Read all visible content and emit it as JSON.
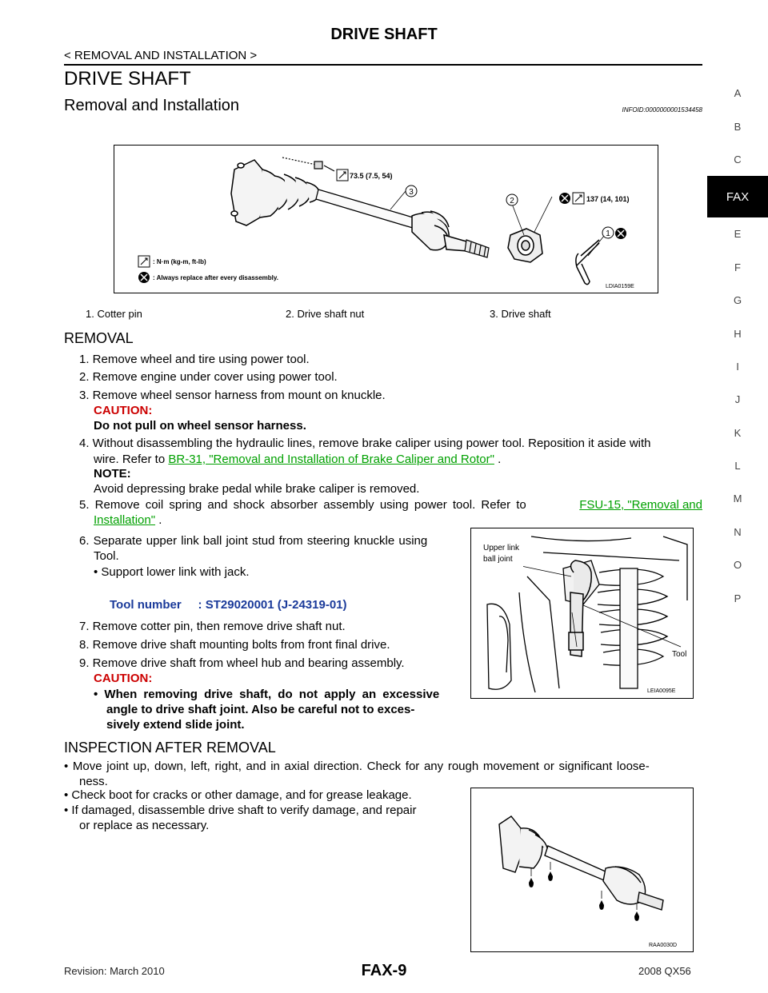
{
  "header": {
    "title": "DRIVE SHAFT",
    "breadcrumb": "< REMOVAL AND INSTALLATION >"
  },
  "section": {
    "title": "DRIVE SHAFT",
    "subtitle": "Removal and Installation",
    "info_id": "INFOID:0000000001534458"
  },
  "side_index": [
    "A",
    "B",
    "C",
    "FAX",
    "E",
    "F",
    "G",
    "H",
    "I",
    "J",
    "K",
    "L",
    "M",
    "N",
    "O",
    "P"
  ],
  "figure1": {
    "torque_bolt": "73.5 (7.5, 54)",
    "torque_nut": "137 (14, 101)",
    "legend_torque": ": N·m (kg-m, ft-lb)",
    "legend_replace": ": Always replace after every disassembly.",
    "id": "LDIA0159E",
    "callout_1": "1",
    "callout_2": "2",
    "callout_3": "3"
  },
  "parts_legend": [
    "1.    Cotter pin",
    "2.    Drive shaft nut",
    "3.    Drive shaft"
  ],
  "removal": {
    "heading": "REMOVAL",
    "step1": "1.  Remove wheel and tire using power tool.",
    "step2": "2.  Remove engine under cover using power tool.",
    "step3": "3.  Remove wheel sensor harness from mount on knuckle.",
    "step3_caution_label": "CAUTION:",
    "step3_caution_text": "Do not pull on wheel sensor harness.",
    "step4_a": "4.  Without disassembling the hydraulic lines, remove brake caliper using power tool. Reposition it aside with",
    "step4_b": "wire. Refer to",
    "step4_link": "BR-31, \"Removal and Installation of Brake Caliper and Rotor\"",
    "step4_end": " .",
    "step4_note_label": "NOTE:",
    "step4_note_text": "Avoid depressing brake pedal while brake caliper is removed.",
    "step5_a": "5.  Remove coil spring and shock absorber assembly using power tool. Refer to",
    "step5_link_a": "FSU-15, \"Removal and",
    "step5_link_b": "Installation\"",
    "step5_end": " .",
    "step6_a": "6.  Separate upper link ball joint stud from steering knuckle using",
    "step6_b": "Tool.",
    "step6_bullet": "•  Support lower link with jack.",
    "tool_number": "Tool number     : ST29020001 (J-24319-01)",
    "step7": "7.  Remove cotter pin, then remove drive shaft nut.",
    "step8": "8.  Remove drive shaft mounting bolts from front final drive.",
    "step9": "9.  Remove drive shaft from wheel hub and bearing assembly.",
    "step9_caution_label": "CAUTION:",
    "step9_caution_1": "•  When removing drive shaft, do not apply an excessive",
    "step9_caution_2": "angle to drive shaft joint. Also be careful not to exces-",
    "step9_caution_3": "sively extend slide joint."
  },
  "figure2": {
    "label_upper_1": "Upper link",
    "label_upper_2": "ball joint",
    "label_tool": "Tool",
    "id": "LEIA0095E"
  },
  "inspection": {
    "heading": "INSPECTION AFTER REMOVAL",
    "bullet1_a": "•  Move joint up, down, left, right, and in axial direction. Check for any rough movement or significant loose-",
    "bullet1_b": "ness.",
    "bullet2": "•  Check boot for cracks or other damage, and for grease leakage.",
    "bullet3_a": "•  If damaged, disassemble drive shaft to verify damage, and repair",
    "bullet3_b": "or replace as necessary."
  },
  "figure3": {
    "id": "RAA0030D"
  },
  "footer": {
    "revision": "Revision: March 2010",
    "page": "FAX-9",
    "model": "2008 QX56"
  }
}
